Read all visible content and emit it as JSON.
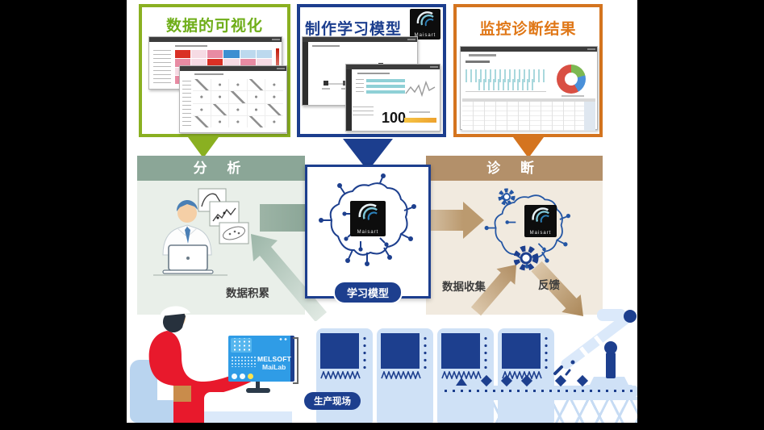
{
  "top_boxes": {
    "visualization": {
      "title": "数据的可视化"
    },
    "modeling": {
      "title": "制作学习模型",
      "score_value": "100"
    },
    "monitoring": {
      "title": "监控诊断结果"
    }
  },
  "banners": {
    "analysis": "分 析",
    "diagnosis": "诊 断"
  },
  "center_box": {
    "label": "学习模型"
  },
  "logos": {
    "maisart": "Maisart"
  },
  "flow_labels": {
    "data_accumulation": "数据积累",
    "data_collection": "数据收集",
    "feedback": "反馈"
  },
  "production": {
    "site_label": "生产现场",
    "monitor_brand": "MELSOFT",
    "monitor_product": "MaiLab"
  },
  "palette": {
    "green": "#8ab021",
    "green_text": "#6fae19",
    "blue": "#1c3e8e",
    "orange": "#d4741f",
    "orange_text": "#e07818",
    "sage_header": "#8ba697",
    "analysis_panel": "#e9efe9",
    "tan_header": "#b3906a",
    "diagnosis_panel": "#f1eadf",
    "machine_light_blue": "#cfe1f6",
    "navy": "#1d3f8e",
    "worker_red": "#e8192c",
    "teal_bars": "#a9d8dd",
    "donut_red": "#d94f43",
    "donut_green": "#7cb852",
    "donut_blue": "#4a90d9",
    "score_bar_yellow": "#f6c444"
  }
}
